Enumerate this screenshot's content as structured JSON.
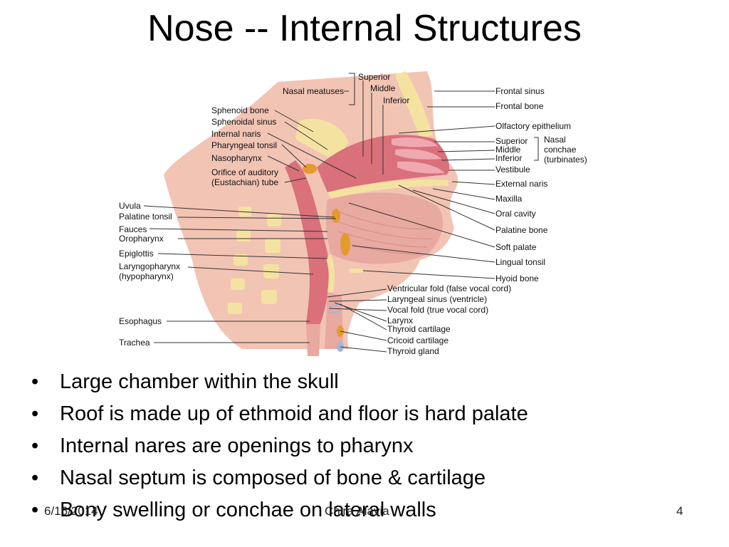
{
  "slide": {
    "title": "Nose -- Internal Structures",
    "bullets": [
      "Large chamber within the skull",
      "Roof is made up of ethmoid and floor is hard palate",
      "Internal nares are openings to pharynx",
      "Nasal septum is composed of bone & cartilage",
      "Bony swelling or conchae on lateral walls"
    ],
    "bullet_symbol": "•",
    "footer": {
      "date": "6/16/2014",
      "author": "Chira Alavia",
      "page": "4"
    }
  },
  "figure": {
    "labels_left": {
      "nasal_meatuses": "Nasal meatuses",
      "sphenoid_bone": "Sphenoid bone",
      "sphenoidal_sinus": "Sphenoidal sinus",
      "internal_naris": "Internal naris",
      "pharyngeal_tonsil": "Pharyngeal tonsil",
      "nasopharynx": "Nasopharynx",
      "orifice_auditory_1": "Orifice of auditory",
      "orifice_auditory_2": "(Eustachian) tube",
      "uvula": "Uvula",
      "palatine_tonsil": "Palatine tonsil",
      "fauces": "Fauces",
      "oropharynx": "Oropharynx",
      "epiglottis": "Epiglottis",
      "laryngopharynx_1": "Laryngopharynx",
      "laryngopharynx_2": "(hypopharynx)",
      "esophagus": "Esophagus",
      "trachea": "Trachea"
    },
    "labels_meatus": {
      "superior": "Superior",
      "middle": "Middle",
      "inferior": "Inferior"
    },
    "labels_right": {
      "frontal_sinus": "Frontal sinus",
      "frontal_bone": "Frontal bone",
      "olfactory_epithelium": "Olfactory epithelium",
      "conchae_superior": "Superior",
      "conchae_middle": "Middle",
      "conchae_inferior": "Inferior",
      "nasal_conchae_1": "Nasal",
      "nasal_conchae_2": "conchae",
      "nasal_conchae_3": "(turbinates)",
      "vestibule": "Vestibule",
      "external_naris": "External naris",
      "maxilla": "Maxilla",
      "oral_cavity": "Oral cavity",
      "palatine_bone": "Palatine bone",
      "soft_palate": "Soft palate",
      "lingual_tonsil": "Lingual tonsil",
      "hyoid_bone": "Hyoid bone"
    },
    "labels_lower": {
      "ventricular_fold": "Ventricular fold (false vocal cord)",
      "laryngeal_sinus": "Laryngeal sinus (ventricle)",
      "vocal_fold": "Vocal fold (true vocal cord)",
      "larynx": "Larynx",
      "thyroid_cartilage": "Thyroid cartilage",
      "cricoid_cartilage": "Cricoid cartilage",
      "thyroid_gland": "Thyroid gland"
    },
    "colors": {
      "tissue": "#f2c4b4",
      "mucosa": "#d9707a",
      "bone": "#f4e3a0",
      "tongue": "#e8a9a0",
      "tonsil": "#e59a2e",
      "vessel": "#9fb7e0",
      "leader_line": "#333333"
    }
  }
}
